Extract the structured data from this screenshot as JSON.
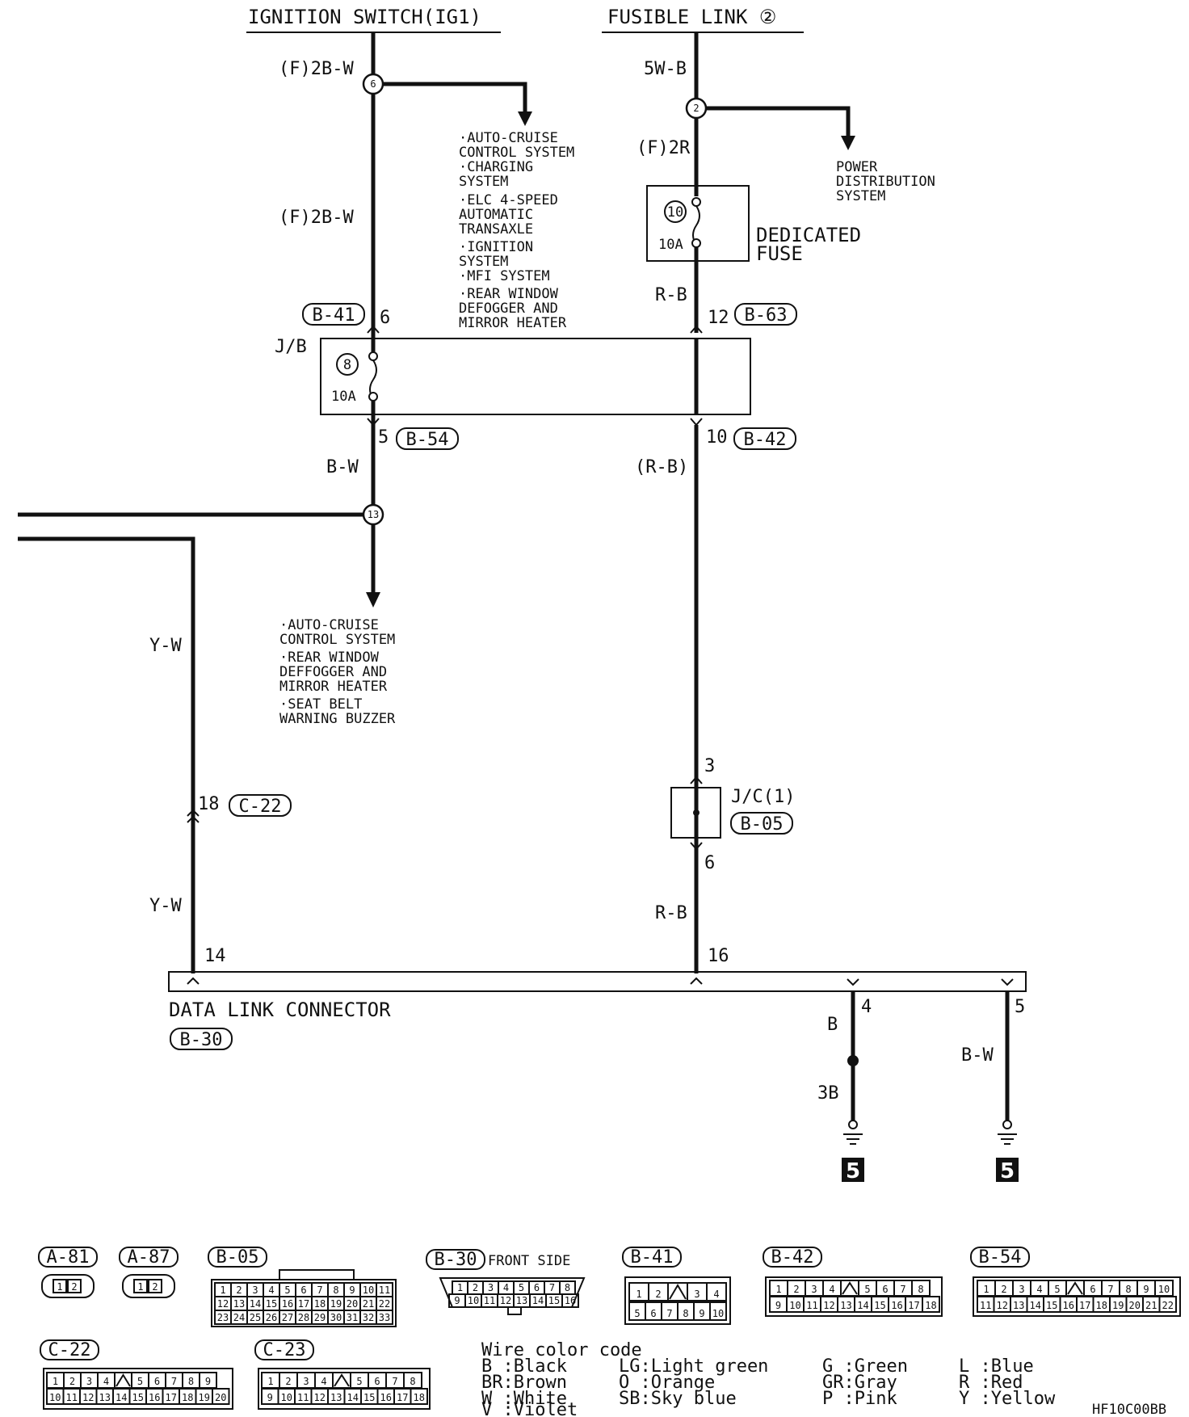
{
  "headers": {
    "ignition": "IGNITION SWITCH(IG1)",
    "fusible": "FUSIBLE LINK ②"
  },
  "wires": {
    "f2bw_top": "(F)2B-W",
    "f2bw_mid": "(F)2B-W",
    "w5wb": "5W-B",
    "f2r": "(F)2R",
    "rb_top": "R-B",
    "bw_mid": "B-W",
    "rb_paren": "(R-B)",
    "yw_top": "Y-W",
    "yw_bot": "Y-W",
    "rb_bot": "R-B",
    "b": "B",
    "b3": "3B",
    "bw_bot": "B-W"
  },
  "splices": {
    "s6": "6",
    "s2": "2",
    "s13": "13"
  },
  "systems_top": [
    "·AUTO-CRUISE",
    " CONTROL SYSTEM",
    "·CHARGING",
    " SYSTEM",
    "·ELC 4-SPEED",
    " AUTOMATIC",
    " TRANSAXLE",
    "·IGNITION",
    " SYSTEM",
    "·MFI SYSTEM",
    "·REAR WINDOW",
    " DEFOGGER AND",
    " MIRROR HEATER"
  ],
  "power_dist": [
    "POWER",
    "DISTRIBUTION",
    "SYSTEM"
  ],
  "systems_bottom": [
    "·AUTO-CRUISE",
    " CONTROL SYSTEM",
    "·REAR WINDOW",
    " DEFFOGGER AND",
    " MIRROR HEATER",
    "·SEAT BELT",
    " WARNING BUZZER"
  ],
  "dedicated_fuse": {
    "num": "10",
    "amp": "10A",
    "label1": "DEDICATED",
    "label2": "FUSE"
  },
  "jb": {
    "label": "J/B",
    "num": "8",
    "amp": "10A"
  },
  "connectors": {
    "b41": "B-41",
    "b41_pin": "6",
    "b63": "B-63",
    "b63_pin": "12",
    "b54": "B-54",
    "b54_pin": "5",
    "b42": "B-42",
    "b42_pin": "10",
    "c22": "C-22",
    "c22_pin": "18",
    "jc_label": "J/C(1)",
    "jc_conn": "B-05",
    "jc_in": "3",
    "jc_out": "6"
  },
  "dlc": {
    "label": "DATA LINK CONNECTOR",
    "conn": "B-30",
    "pin14": "14",
    "pin16": "16",
    "pin4": "4",
    "pin5": "5"
  },
  "grounds": {
    "g1": "5",
    "g2": "5"
  },
  "connector_views": {
    "a81": "A-81",
    "a87": "A-87",
    "b05": "B-05",
    "b30": "B-30",
    "front_side": "FRONT SIDE",
    "b41": "B-41",
    "b42": "B-42",
    "b54": "B-54",
    "c22": "C-22",
    "c23": "C-23",
    "two_pin_a": "1",
    "two_pin_b": "2",
    "b05_row1": [
      "1",
      "2",
      "3",
      "4",
      "5",
      "6",
      "7",
      "8",
      "9",
      "10",
      "11"
    ],
    "b05_row2": [
      "12",
      "13",
      "14",
      "15",
      "16",
      "17",
      "18",
      "19",
      "20",
      "21",
      "22"
    ],
    "b05_row3": [
      "23",
      "24",
      "25",
      "26",
      "27",
      "28",
      "29",
      "30",
      "31",
      "32",
      "33"
    ],
    "b30_row1": [
      "1",
      "2",
      "3",
      "4",
      "5",
      "6",
      "7",
      "8"
    ],
    "b30_row2": [
      "9",
      "10",
      "11",
      "12",
      "13",
      "14",
      "15",
      "16"
    ],
    "b41_row1": [
      "1",
      "2",
      "",
      "3",
      "4"
    ],
    "b41_row2": [
      "5",
      "6",
      "7",
      "8",
      "9",
      "10"
    ],
    "b42_row1": [
      "1",
      "2",
      "3",
      "4",
      "",
      "5",
      "6",
      "7",
      "8"
    ],
    "b42_row2": [
      "9",
      "10",
      "11",
      "12",
      "13",
      "14",
      "15",
      "16",
      "17",
      "18"
    ],
    "b54_row1": [
      "1",
      "2",
      "3",
      "4",
      "5",
      "",
      "6",
      "7",
      "8",
      "9",
      "10"
    ],
    "b54_row2": [
      "11",
      "12",
      "13",
      "14",
      "15",
      "16",
      "17",
      "18",
      "19",
      "20",
      "21",
      "22"
    ],
    "c22_row1": [
      "1",
      "2",
      "3",
      "4",
      "",
      "5",
      "6",
      "7",
      "8",
      "9"
    ],
    "c22_row2": [
      "10",
      "11",
      "12",
      "13",
      "14",
      "15",
      "16",
      "17",
      "18",
      "19",
      "20"
    ],
    "c23_row1": [
      "1",
      "2",
      "3",
      "4",
      "",
      "5",
      "6",
      "7",
      "8"
    ],
    "c23_row2": [
      "9",
      "10",
      "11",
      "12",
      "13",
      "14",
      "15",
      "16",
      "17",
      "18"
    ]
  },
  "color_code": {
    "title": "Wire color code",
    "col1": [
      "B :Black",
      "BR:Brown",
      "W :White",
      "V :Violet"
    ],
    "col2": [
      "LG:Light green",
      "O :Orange",
      "SB:Sky blue"
    ],
    "col3": [
      "G :Green",
      "GR:Gray",
      "P :Pink"
    ],
    "col4": [
      "L :Blue",
      "R :Red",
      "Y :Yellow"
    ]
  },
  "figure_id": "HF10C00BB"
}
